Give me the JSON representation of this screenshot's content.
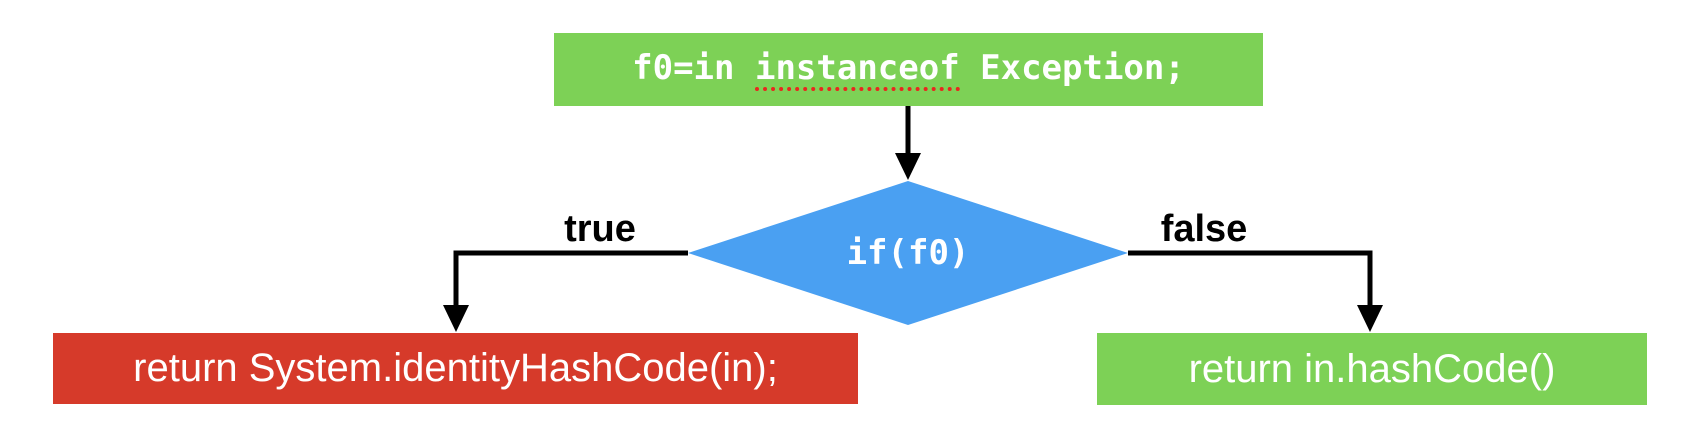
{
  "diagram": {
    "type": "flowchart",
    "nodes": {
      "assign": {
        "code_prefix": "f0=in ",
        "code_keyword": "instanceof",
        "code_suffix": " Exception;"
      },
      "decision": {
        "label": "if(f0)"
      },
      "true_result": {
        "label": "return System.identityHashCode(in);"
      },
      "false_result": {
        "label": "return in.hashCode()"
      }
    },
    "edges": {
      "true_label": "true",
      "false_label": "false"
    },
    "colors": {
      "node_green": "#7DD156",
      "node_blue": "#4AA0F2",
      "node_red": "#D63A2A",
      "connector": "#000000",
      "spellcheck_underline": "#E8281E",
      "node_text": "#FFFFFF"
    }
  }
}
